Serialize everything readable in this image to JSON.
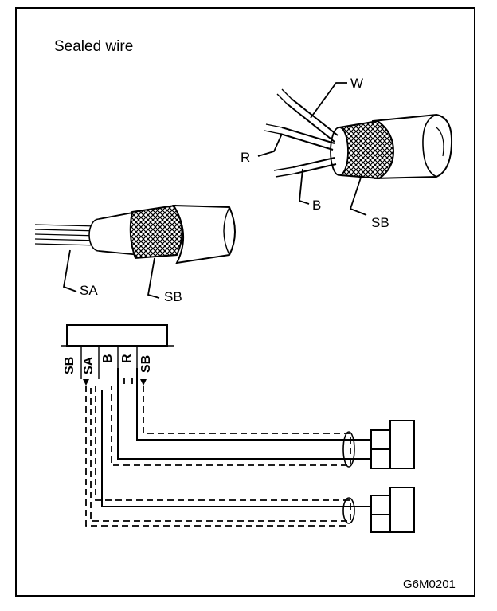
{
  "title": "Sealed wire",
  "figure_code": "G6M0201",
  "labels": {
    "wire_w": "W",
    "wire_r": "R",
    "wire_b": "B",
    "shield_right": "SB",
    "core_left": "SA",
    "shield_left": "SB"
  },
  "connector_pins": [
    "SB",
    "SA",
    "B",
    "R",
    "SB"
  ]
}
